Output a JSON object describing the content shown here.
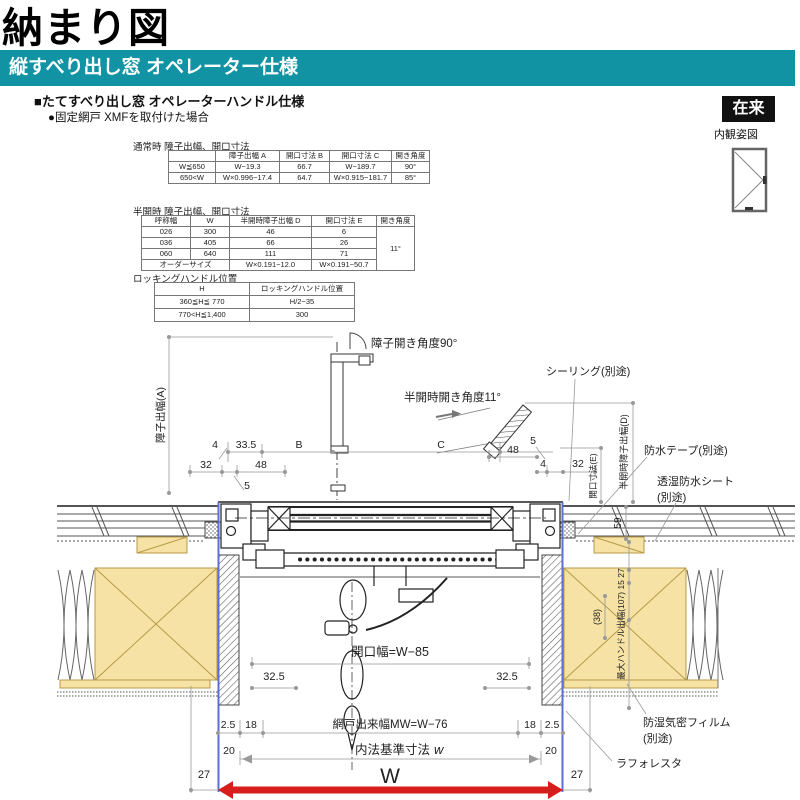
{
  "page": {
    "title": "納まり図"
  },
  "header": {
    "bar_text": "縦すべり出し窓 オペレーター仕様",
    "accent_color": "#1193a3"
  },
  "sub": {
    "line1": "■たてすべり出し窓 オペレーターハンドル仕様",
    "line2": "●固定網戸 XMFを取付けた場合"
  },
  "badge": {
    "label": "在来",
    "caption": "内観姿図"
  },
  "tables": {
    "normal": {
      "title": "通常時 障子出幅、開口寸法",
      "headers": [
        "",
        "障子出幅 A",
        "開口寸法 B",
        "開口寸法 C",
        "開き角度"
      ],
      "rows": [
        [
          "W≦650",
          "W−19.3",
          "66.7",
          "W−189.7",
          "90°"
        ],
        [
          "650<W",
          "W×0.996−17.4",
          "64.7",
          "W×0.915−181.7",
          "85°"
        ]
      ]
    },
    "half": {
      "title": "半開時 障子出幅、開口寸法",
      "headers": [
        "呼称幅",
        "W",
        "半開時障子出幅 D",
        "開口寸法 E",
        "開き角度"
      ],
      "rows": [
        [
          "026",
          "300",
          "46",
          "6"
        ],
        [
          "036",
          "405",
          "66",
          "26"
        ],
        [
          "060",
          "640",
          "111",
          "71"
        ]
      ],
      "order_label": "オーダーサイズ",
      "order_d": "W×0.191−12.0",
      "order_e": "W×0.191−50.7",
      "angle": "11°"
    },
    "locking": {
      "title": "ロッキングハンドル位置",
      "headers": [
        "H",
        "ロッキングハンドル位置"
      ],
      "rows": [
        [
          "360≦H≦ 770",
          "H/2−35"
        ],
        [
          "770<H≦1,400",
          "300"
        ]
      ]
    }
  },
  "drawing": {
    "labels": {
      "sash_width_a": "障子出幅(A)",
      "open90": "障子開き角度90°",
      "open11": "半開時開き角度11°",
      "sealing": "シーリング(別途)",
      "opening_e": "開口寸法(E)",
      "half_open_d": "半開時障子出幅(D)",
      "tape": "防水テープ(別途)",
      "sheet1": "透湿防水シート",
      "sheet2": "(別途)",
      "film1": "防湿気密フィルム",
      "film2": "(別途)",
      "laforesta": "ラフォレスタ",
      "max_handle": "最大ハンドル出幅(107) 15 27",
      "v38": "(38)",
      "v59": "59",
      "opening_width": "開口幅=W−85",
      "screen_width": "網戸出来幅MW=W−76",
      "naiho": "内法基準寸法",
      "naiho_w": "w",
      "w_big": "W"
    },
    "dims": {
      "d4": "4",
      "d335": "33.5",
      "dB": "B",
      "dC": "C",
      "d32": "32",
      "d48": "48",
      "d5": "5",
      "r48": "48",
      "r5": "5",
      "r4": "4",
      "r32": "32",
      "m325l": "32.5",
      "m325r": "32.5",
      "s25l": "2.5",
      "s18l": "18",
      "s18r": "18",
      "s25r": "2.5",
      "n20l": "20",
      "n20r": "20",
      "w27l": "27",
      "w27r": "27"
    }
  },
  "colors": {
    "teal": "#1193a3",
    "tan": "#f5e2a4",
    "red": "#d81d1d",
    "blue": "#5b6fd6",
    "line": "#222"
  }
}
